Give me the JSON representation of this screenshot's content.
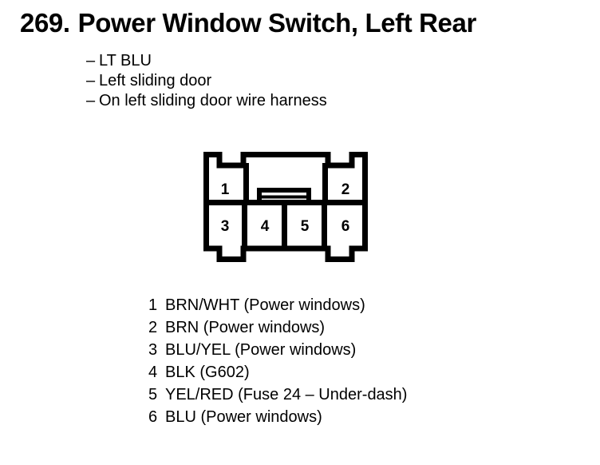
{
  "title": {
    "number": "269.",
    "name": "Power Window Switch, Left Rear"
  },
  "description": {
    "dash": "–",
    "items": [
      {
        "text": "LT BLU"
      },
      {
        "text": "Left sliding door"
      },
      {
        "text": "On left sliding door wire harness"
      }
    ]
  },
  "connector": {
    "type": "6-pin connector",
    "top_row_pins": [
      "1",
      "2"
    ],
    "bottom_row_pins": [
      "3",
      "4",
      "5",
      "6"
    ],
    "latch_tab": "center-latch-tab"
  },
  "pins": [
    {
      "number": "1",
      "description": "BRN/WHT (Power windows)"
    },
    {
      "number": "2",
      "description": "BRN (Power windows)"
    },
    {
      "number": "3",
      "description": "BLU/YEL (Power windows)"
    },
    {
      "number": "4",
      "description": "BLK (G602)"
    },
    {
      "number": "5",
      "description": "YEL/RED (Fuse 24 – Under-dash)"
    },
    {
      "number": "6",
      "description": "BLU (Power windows)"
    }
  ],
  "colors": {
    "ink": "#000000",
    "background": "#ffffff"
  }
}
